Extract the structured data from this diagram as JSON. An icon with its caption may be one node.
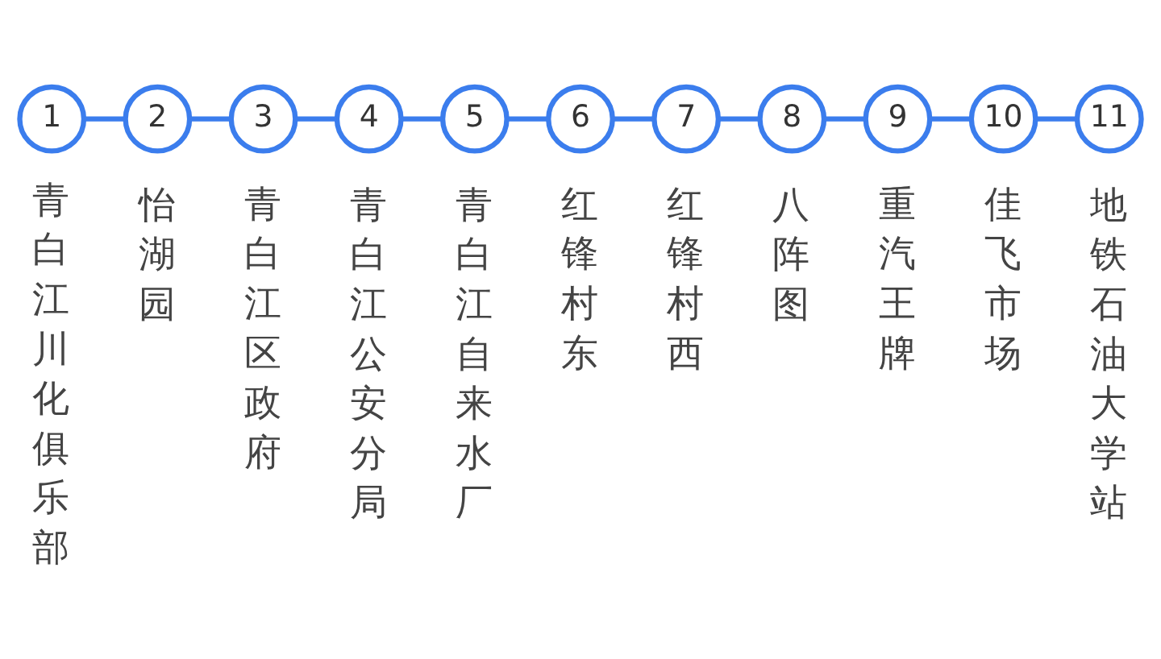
{
  "diagram": {
    "nodes": [
      {
        "text": [
          "1"
        ],
        "beside": [
          "青白江川化俱乐部"
        ]
      },
      {
        "text": [
          "2"
        ],
        "beside": [
          "怡湖园"
        ]
      },
      {
        "text": [
          "3"
        ],
        "beside": [
          "青白江区政府"
        ]
      },
      {
        "text": [
          "4"
        ],
        "beside": [
          "青白江公安分局"
        ]
      },
      {
        "text": [
          "5"
        ],
        "beside": [
          "青白江自来水厂"
        ]
      },
      {
        "text": [
          "6"
        ],
        "beside": [
          "红锋村东"
        ]
      },
      {
        "text": [
          "7"
        ],
        "beside": [
          "红锋村西"
        ]
      },
      {
        "text": [
          "8"
        ],
        "beside": [
          "八阵图"
        ]
      },
      {
        "text": [
          "9"
        ],
        "beside": [
          "重汽王牌"
        ]
      },
      {
        "text": [
          "10"
        ],
        "beside": [
          "佳飞市场"
        ]
      },
      {
        "text": [
          "11"
        ],
        "beside": [
          "地铁石油大学站"
        ]
      }
    ],
    "edges": [
      {
        "from": 0,
        "to": 1,
        "arrow": "none"
      },
      {
        "from": 1,
        "to": 2,
        "arrow": "none"
      },
      {
        "from": 2,
        "to": 3,
        "arrow": "none"
      },
      {
        "from": 3,
        "to": 4,
        "arrow": "none"
      },
      {
        "from": 4,
        "to": 5,
        "arrow": "none"
      },
      {
        "from": 5,
        "to": 6,
        "arrow": "none"
      },
      {
        "from": 6,
        "to": 7,
        "arrow": "none"
      },
      {
        "from": 7,
        "to": 8,
        "arrow": "none"
      },
      {
        "from": 8,
        "to": 9,
        "arrow": "none"
      },
      {
        "from": 9,
        "to": 10,
        "arrow": "none"
      }
    ]
  }
}
